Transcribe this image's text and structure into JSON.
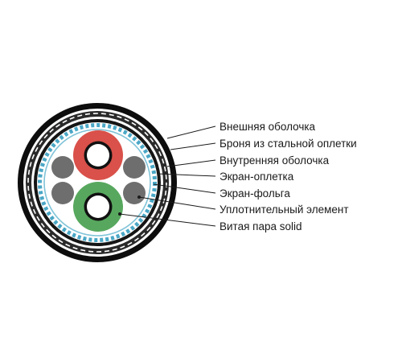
{
  "diagram": {
    "labels": [
      "Внешняя оболочка",
      "Броня из стальной оплетки",
      "Внутренняя оболочка",
      "Экран-оплетка",
      "Экран-фольга",
      "Уплотнительный элемент",
      "Витая пара solid"
    ]
  },
  "colors": {
    "outer_sheath": "#0d0d0d",
    "armor_braid": "#2a2a2a",
    "inner_sheath": "#151515",
    "shield_braid": "#4aa7c6",
    "shield_foil": "#7fc3d8",
    "filler": "#6e6e6e",
    "pair_red": "#d9514a",
    "pair_green": "#57a85e",
    "conductor_core": "#ffffff",
    "leader_line": "#1a1a1a"
  }
}
